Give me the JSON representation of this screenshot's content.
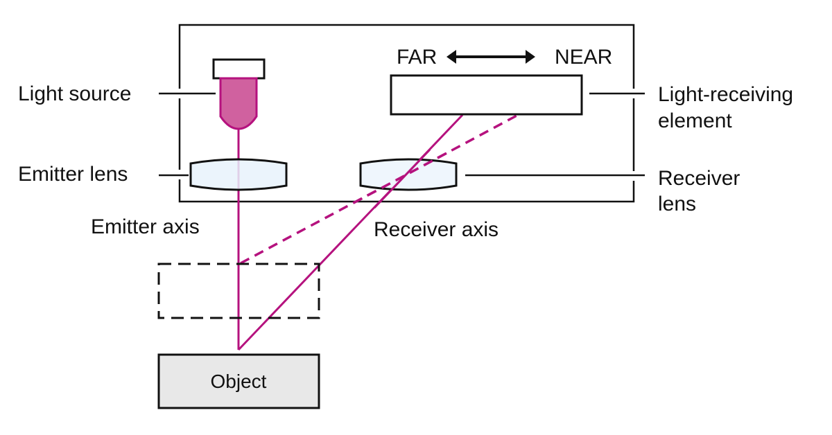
{
  "diagram": {
    "title": "Optical triangulation sensor principle",
    "colors": {
      "beam": "#b5127e",
      "light_source_fill": "#d0619f",
      "lens_fill": "#e8f2fc",
      "object_fill": "#e8e8e8",
      "outline": "#111111"
    },
    "labels": {
      "light_source": "Light source",
      "emitter_lens": "Emitter lens",
      "emitter_axis": "Emitter axis",
      "receiver_axis": "Receiver axis",
      "light_receiving_line1": "Light-receiving",
      "light_receiving_line2": "element",
      "receiver_lens_line1": "Receiver",
      "receiver_lens_line2": "lens",
      "far": "FAR",
      "near": "NEAR",
      "object": "Object"
    }
  }
}
